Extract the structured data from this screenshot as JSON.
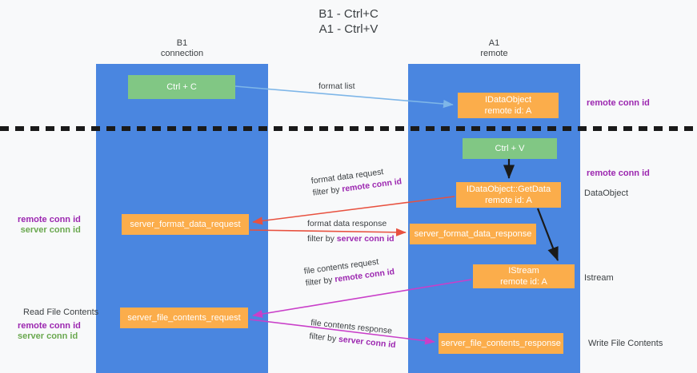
{
  "title": {
    "line1": "B1 - Ctrl+C",
    "line2": "A1 - Ctrl+V"
  },
  "lanes": {
    "b1": {
      "name": "B1",
      "role": "connection"
    },
    "a1": {
      "name": "A1",
      "role": "remote"
    }
  },
  "nodes": {
    "ctrl_c": {
      "label": "Ctrl + C",
      "color": "#81c784"
    },
    "idataobject": {
      "line1": "IDataObject",
      "line2": "remote id: A",
      "color": "#fbad4b"
    },
    "ctrl_v": {
      "label": "Ctrl + V",
      "color": "#81c784"
    },
    "getdata": {
      "line1": "IDataObject::GetData",
      "line2": "remote id: A",
      "color": "#fbad4b"
    },
    "server_format_data_request": {
      "label": "server_format_data_request",
      "color": "#fbad4b"
    },
    "server_format_data_response": {
      "label": "server_format_data_response",
      "color": "#fbad4b"
    },
    "istream": {
      "line1": "IStream",
      "line2": "remote id: A",
      "color": "#fbad4b"
    },
    "server_file_contents_request": {
      "label": "server_file_contents_request",
      "color": "#fbad4b"
    },
    "server_file_contents_response": {
      "label": "server_file_contents_response",
      "color": "#fbad4b"
    }
  },
  "edges": {
    "format_list": {
      "label": "format list",
      "color": "#7eb6e8"
    },
    "format_data_request": {
      "label": "format data request",
      "filter_prefix": "filter by ",
      "filter_key": "remote conn id",
      "color": "#e8513f"
    },
    "format_data_response": {
      "label": "format data response",
      "filter_prefix": "filter by ",
      "filter_key": "server conn id",
      "color": "#e8513f"
    },
    "file_contents_request": {
      "label": "file contents request",
      "filter_prefix": "filter by ",
      "filter_key": "remote conn id",
      "color": "#c93fc9"
    },
    "file_contents_response": {
      "label": "file contents response",
      "filter_prefix": "filter by ",
      "filter_key": "server conn id",
      "color": "#c93fc9"
    }
  },
  "annotations": {
    "right_remote_conn_id_top": "remote conn id",
    "right_remote_conn_id_mid": "remote conn id",
    "right_dataobject": "DataObject",
    "right_istream": "Istream",
    "right_write_file_contents": "Write File Contents",
    "left_remote_conn_id_mid": "remote conn id",
    "left_server_conn_id_mid": "server conn id",
    "left_read_file_contents": "Read File Contents",
    "left_remote_conn_id_bottom": "remote conn id",
    "left_server_conn_id_bottom": "server conn id"
  },
  "colors": {
    "lane": "#4a86e0",
    "green_node": "#81c784",
    "orange_node": "#fbad4b",
    "purple_text": "#9c27b0",
    "green_text": "#6aa84f",
    "background": "#f8f9fa",
    "divider": "#1a1a1a"
  }
}
